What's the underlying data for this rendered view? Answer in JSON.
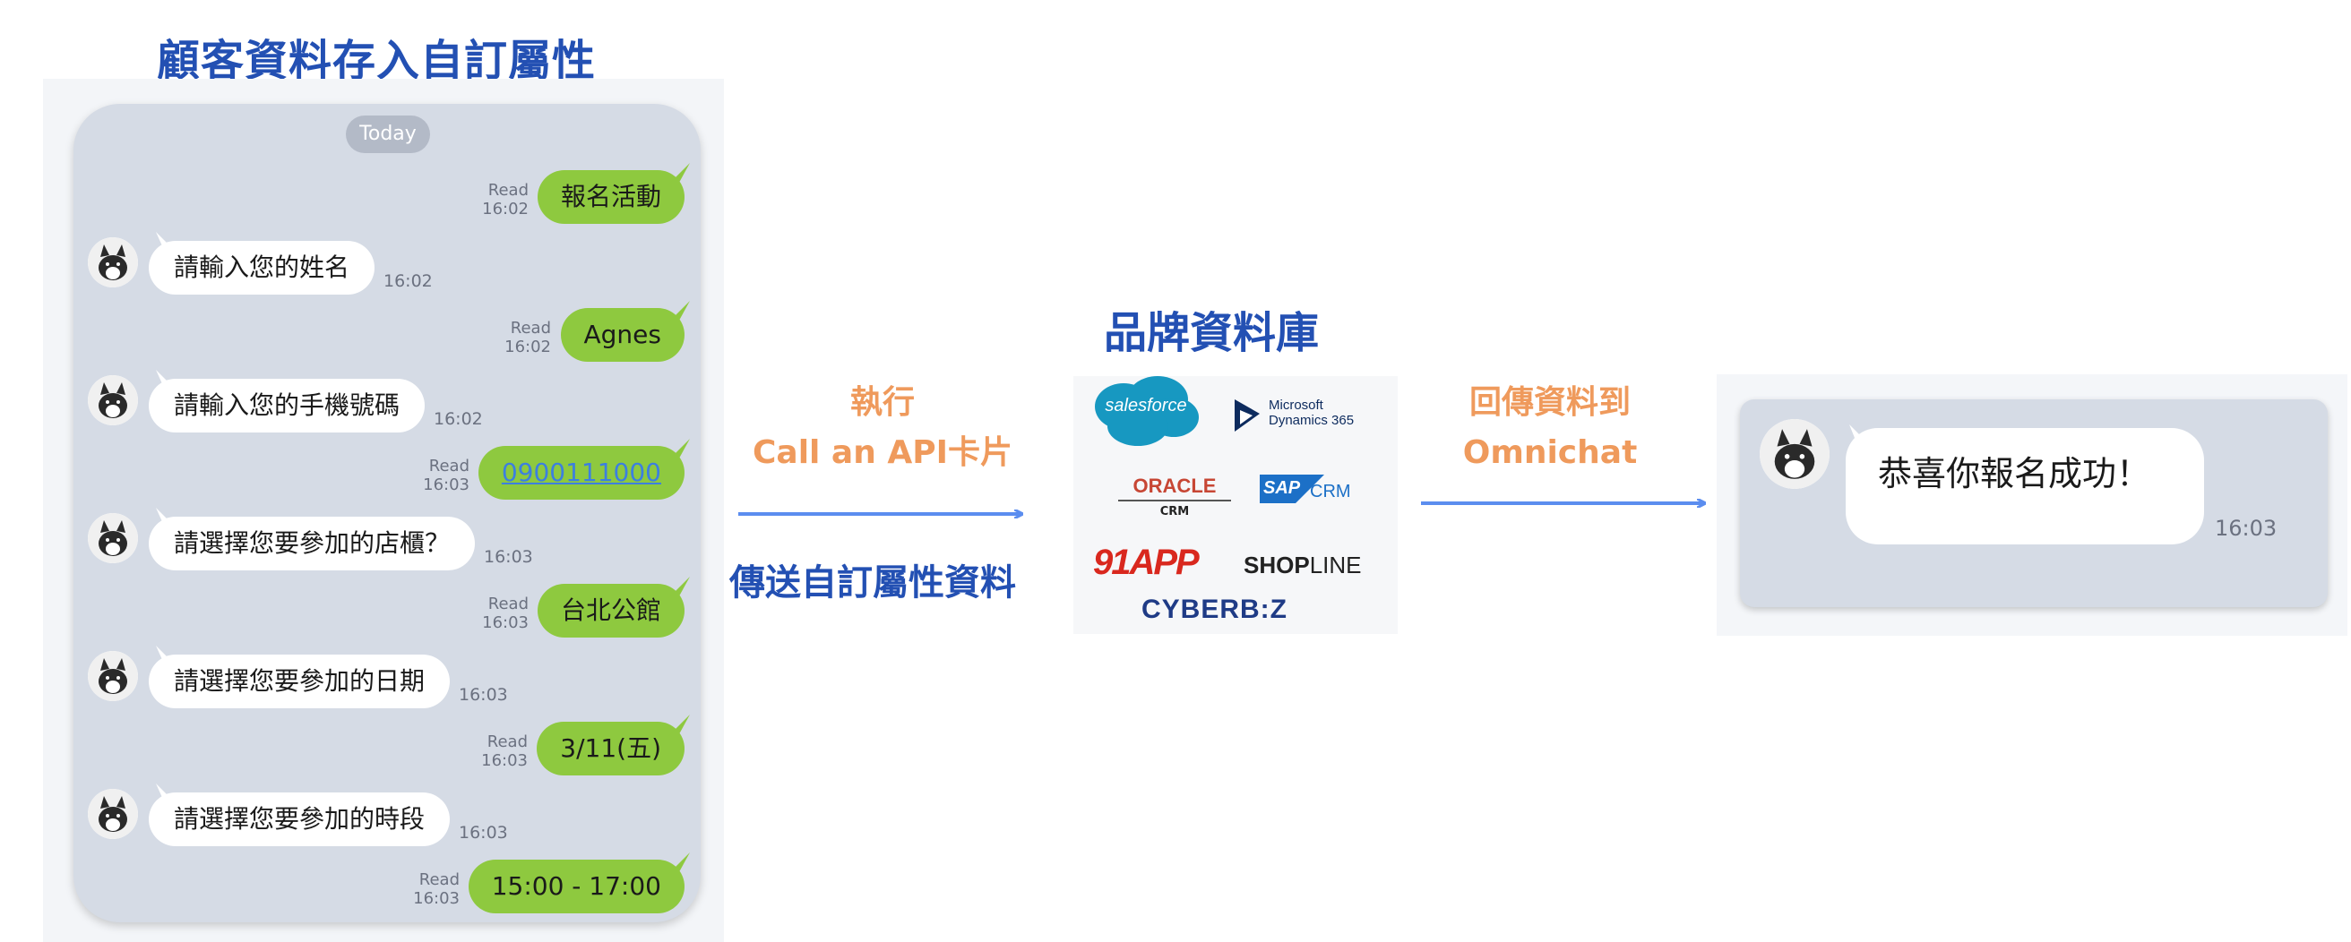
{
  "title_left": "顧客資料存入自訂屬性",
  "chat": {
    "today": "Today",
    "read_label": "Read",
    "messages": [
      {
        "side": "out",
        "text": "報名活動",
        "time": "16:02"
      },
      {
        "side": "in",
        "text": "請輸入您的姓名",
        "time": "16:02"
      },
      {
        "side": "out",
        "text": "Agnes",
        "time": "16:02"
      },
      {
        "side": "in",
        "text": "請輸入您的手機號碼",
        "time": "16:02"
      },
      {
        "side": "out",
        "text": "0900111000",
        "time": "16:03"
      },
      {
        "side": "in",
        "text": "請選擇您要參加的店櫃？",
        "time": "16:03"
      },
      {
        "side": "out",
        "text": "台北公館",
        "time": "16:03"
      },
      {
        "side": "in",
        "text": "請選擇您要參加的日期",
        "time": "16:03"
      },
      {
        "side": "out",
        "text": "3/11(五)",
        "time": "16:03"
      },
      {
        "side": "in",
        "text": "請選擇您要參加的時段",
        "time": "16:03"
      },
      {
        "side": "out",
        "text": "15:00 - 17:00",
        "time": "16:03"
      }
    ]
  },
  "middle": {
    "execute_line1": "執行",
    "execute_line2": "Call an API卡片",
    "send_label": "傳送自訂屬性資料",
    "db_title": "品牌資料庫",
    "logos": {
      "salesforce": "salesforce",
      "ms_line1": "Microsoft",
      "ms_line2": "Dynamics 365",
      "oracle": "ORACLE",
      "oracle_sub": "CRM",
      "sap": "SAP",
      "sap_crm": "CRM",
      "app91": "91APP",
      "shopline_a": "SHOP",
      "shopline_b": "LINE",
      "cyberbiz": "CYBERB:Z"
    },
    "return_line1": "回傳資料到",
    "return_line2": "Omnichat"
  },
  "result": {
    "message": "恭喜你報名成功！",
    "time": "16:03"
  },
  "colors": {
    "blue_text": "#2350b3",
    "orange_text": "#ef9a5c",
    "arrow": "#5b8def",
    "outgoing_bubble": "#8ec93f",
    "chat_bg": "#d5dbe5"
  }
}
